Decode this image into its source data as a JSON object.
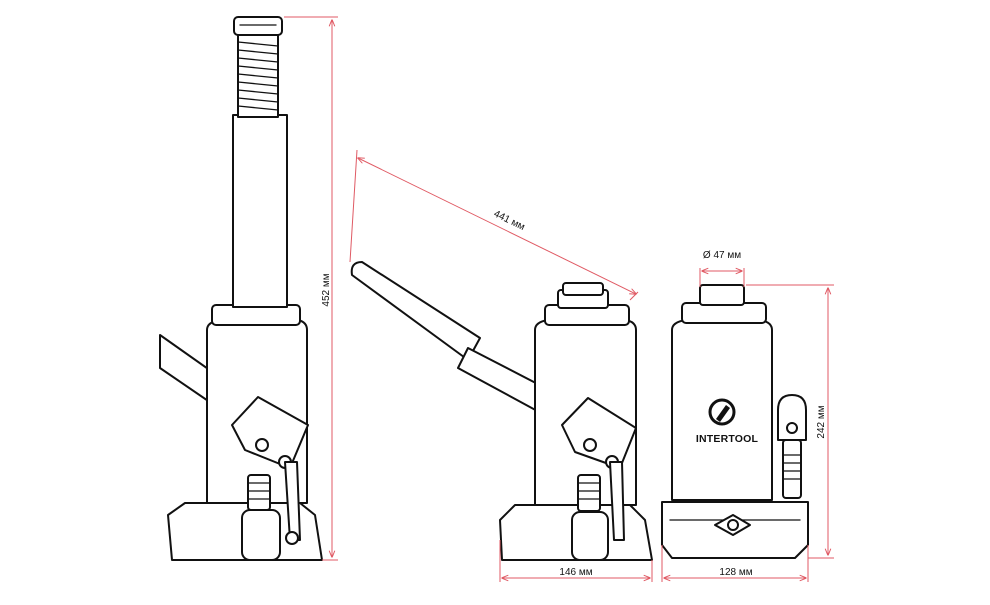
{
  "dimensions": {
    "total_height": "452 мм",
    "handle_length": "441 мм",
    "saddle_diameter": "Ø 47 мм",
    "min_height": "242 мм",
    "base_length": "146 мм",
    "base_width": "128 мм"
  },
  "brand": {
    "name": "INTERTOOL"
  },
  "colors": {
    "dimension_line": "#e05a64",
    "outline": "#111111"
  }
}
